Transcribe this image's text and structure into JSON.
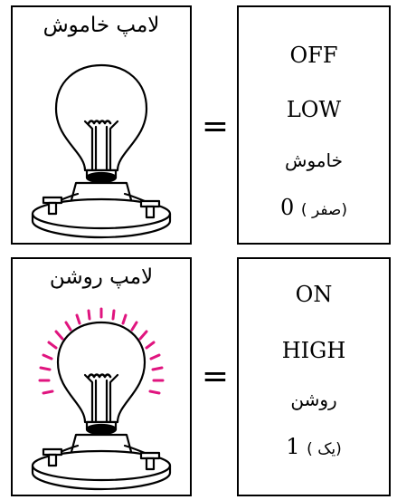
{
  "off_panel": {
    "lamp_label": "لامپ خاموش",
    "equals": "=",
    "states": [
      "OFF",
      "LOW",
      "خاموش"
    ],
    "value_number": "0",
    "value_word": "( صفر)"
  },
  "on_panel": {
    "lamp_label": "لامپ روشن",
    "equals": "=",
    "states": [
      "ON",
      "HIGH",
      "روشن"
    ],
    "value_number": "1",
    "value_word": "( یک)"
  },
  "colors": {
    "outline": "#000000",
    "glow": "#e0157f"
  },
  "icons": {
    "off_lamp": "light-bulb-off-icon",
    "on_lamp": "light-bulb-on-icon"
  }
}
